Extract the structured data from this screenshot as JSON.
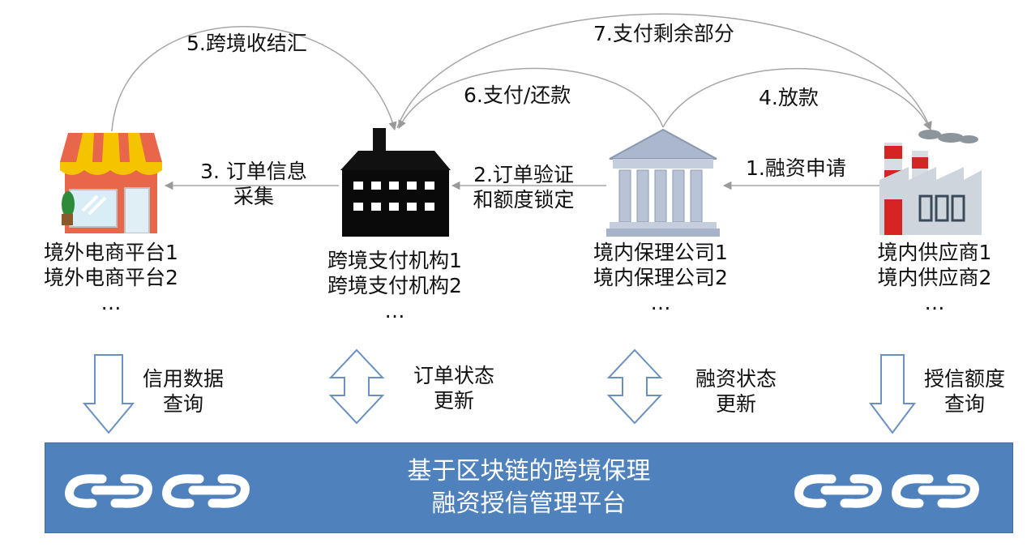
{
  "flows": {
    "step1": "1.融资申请",
    "step2_line1": "2.订单验证",
    "step2_line2": "和额度锁定",
    "step3_line1": "3. 订单信息",
    "step3_line2": "采集",
    "step4": "4.放款",
    "step5": "5.跨境收结汇",
    "step6": "6.支付/还款",
    "step7": "7.支付剩余部分"
  },
  "entities": {
    "ecommerce": {
      "line1": "境外电商平台1",
      "line2": "境外电商平台2",
      "more": "…",
      "icon": "store-icon"
    },
    "payment": {
      "line1": "跨境支付机构1",
      "line2": "跨境支付机构2",
      "more": "…",
      "icon": "office-building-icon"
    },
    "factoring": {
      "line1": "境内保理公司1",
      "line2": "境内保理公司2",
      "more": "…",
      "icon": "bank-icon"
    },
    "supplier": {
      "line1": "境内供应商1",
      "line2": "境内供应商2",
      "more": "…",
      "icon": "factory-icon"
    }
  },
  "platform_links": {
    "ecommerce": {
      "line1": "信用数据",
      "line2": "查询",
      "arrow": "down"
    },
    "payment": {
      "line1": "订单状态",
      "line2": "更新",
      "arrow": "both"
    },
    "factoring": {
      "line1": "融资状态",
      "line2": "更新",
      "arrow": "both"
    },
    "supplier": {
      "line1": "授信额度",
      "line2": "查询",
      "arrow": "down"
    }
  },
  "platform": {
    "title_line1": "基于区块链的跨境保理",
    "title_line2": "融资授信管理平台",
    "icon": "chain-link-icon"
  },
  "colors": {
    "platform": "#4f81bd",
    "arrow_outline": "#6a90c0",
    "connector": "#a6a6a6"
  }
}
